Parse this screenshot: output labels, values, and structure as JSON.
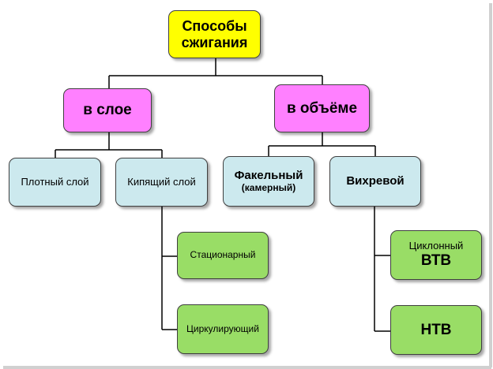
{
  "root": {
    "line1": "Способы",
    "line2": "сжигания"
  },
  "layer": {
    "label": "в слое"
  },
  "volume": {
    "label": "в объёме"
  },
  "dense_layer": {
    "label": "Плотный слой"
  },
  "fluidized_layer": {
    "label": "Кипящий слой"
  },
  "torch": {
    "line1": "Факельный",
    "line2": "(камерный)"
  },
  "vortex": {
    "label": "Вихревой"
  },
  "stationary": {
    "label": "Стационарный"
  },
  "circulating": {
    "label": "Циркулирующий"
  },
  "cyclone_vtv": {
    "line1": "Циклонный",
    "line2": "ВТВ"
  },
  "ntv": {
    "label": "НТВ"
  },
  "colors": {
    "root": "#ffff00",
    "category": "#ff80ff",
    "type": "#cce9ee",
    "subtype": "#99dd66",
    "connector": "#000000"
  }
}
